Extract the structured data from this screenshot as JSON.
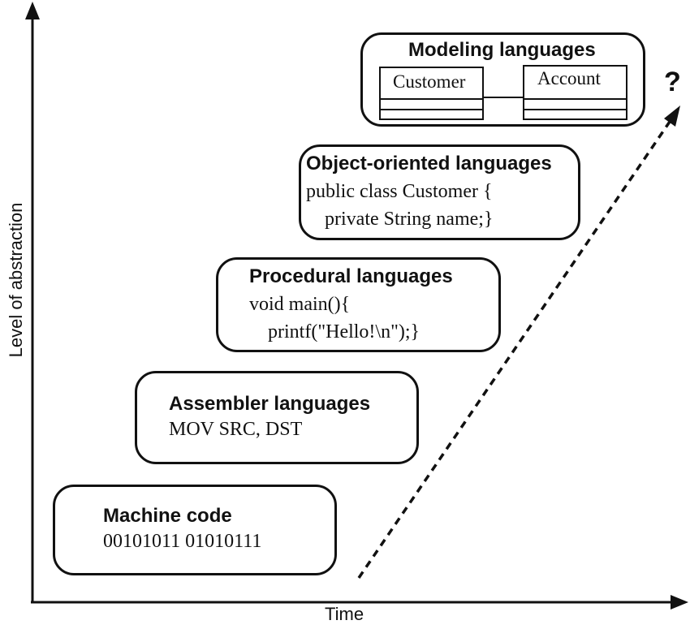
{
  "axes": {
    "y_label": "Level of abstraction",
    "x_label": "Time"
  },
  "levels": [
    {
      "title": "Machine code",
      "code": [
        "00101011 01010111"
      ]
    },
    {
      "title": "Assembler languages",
      "code": [
        "MOV SRC, DST"
      ]
    },
    {
      "title": "Procedural languages",
      "code": [
        "void main(){",
        "printf(\"Hello!\\n\");}"
      ]
    },
    {
      "title": "Object-oriented languages",
      "code": [
        "public class Customer {",
        "private String name;}"
      ]
    },
    {
      "title": "Modeling languages",
      "uml_classes": [
        "Customer",
        "Account"
      ]
    }
  ],
  "trend_marker": "?"
}
